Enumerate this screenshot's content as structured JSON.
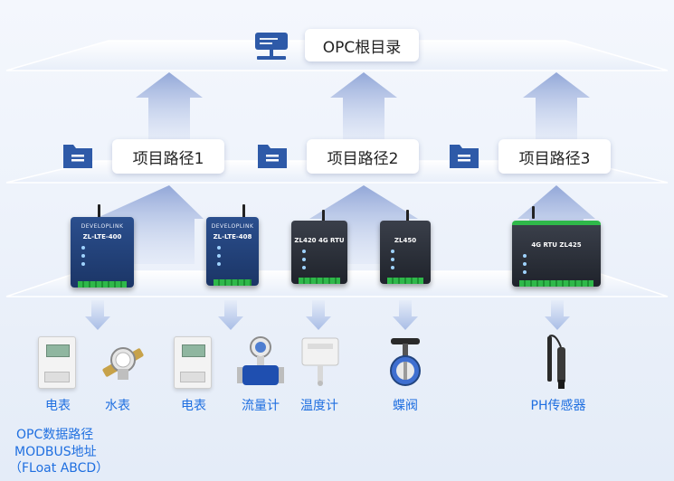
{
  "root": {
    "label": "OPC根目录",
    "icon": "server-icon"
  },
  "folders": [
    {
      "label": "项目路径1",
      "icon": "folder-icon"
    },
    {
      "label": "项目路径2",
      "icon": "folder-icon"
    },
    {
      "label": "项目路径3",
      "icon": "folder-icon"
    }
  ],
  "devices": [
    {
      "brand": "DEVELOPLINK",
      "model": "ZL-LTE-400"
    },
    {
      "brand": "DEVELOPLINK",
      "model": "ZL-LTE-408"
    },
    {
      "brand": "",
      "model": "ZL420 4G RTU"
    },
    {
      "brand": "",
      "model": "ZL450"
    },
    {
      "brand": "",
      "model": "4G RTU ZL425"
    }
  ],
  "sensors": [
    {
      "label": "电表",
      "icon": "electric-meter-icon"
    },
    {
      "label": "水表",
      "icon": "water-meter-icon"
    },
    {
      "label": "电表",
      "icon": "electric-meter-icon"
    },
    {
      "label": "流量计",
      "icon": "flowmeter-icon"
    },
    {
      "label": "温度计",
      "icon": "thermometer-sensor-icon"
    },
    {
      "label": "蝶阀",
      "icon": "butterfly-valve-icon"
    },
    {
      "label": "PH传感器",
      "icon": "ph-sensor-icon"
    }
  ],
  "notes": [
    "OPC数据路径",
    "MODBUS地址",
    "（FLoat ABCD）"
  ],
  "colors": {
    "accent": "#1f6fe0",
    "plane": "#ffffff",
    "folder": "#2e5aa8",
    "arrow": "#9fb2dc"
  }
}
